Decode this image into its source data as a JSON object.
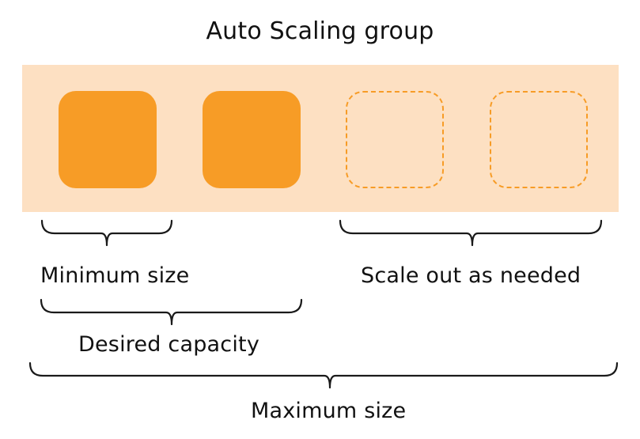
{
  "title": "Auto Scaling group",
  "colors": {
    "group_background": "#fde0c2",
    "instance_fill": "#f79c26",
    "instance_dashed_border": "#f79c26"
  },
  "instances": [
    {
      "state": "running"
    },
    {
      "state": "running"
    },
    {
      "state": "potential"
    },
    {
      "state": "potential"
    }
  ],
  "labels": {
    "minimum_size": "Minimum size",
    "scale_out": "Scale out as needed",
    "desired_capacity": "Desired capacity",
    "maximum_size": "Maximum size"
  }
}
